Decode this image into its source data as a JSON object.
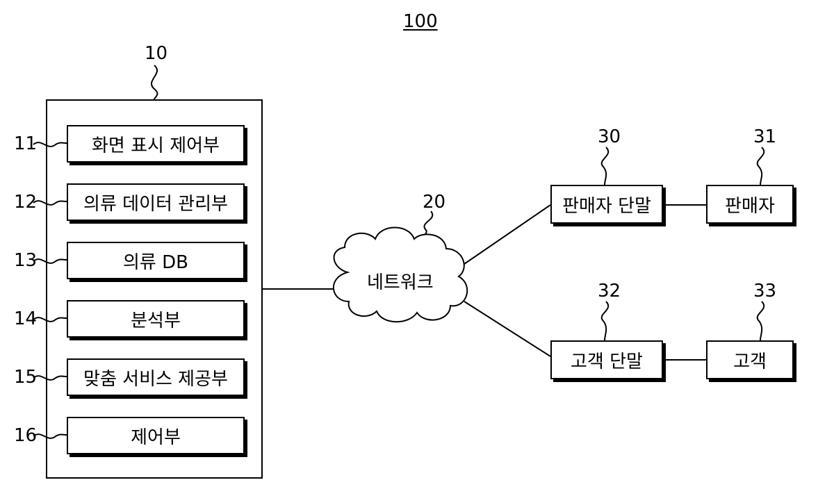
{
  "figure": {
    "ref": "100"
  },
  "server": {
    "ref": "10",
    "modules": [
      {
        "ref": "11",
        "label": "화면 표시 제어부"
      },
      {
        "ref": "12",
        "label": "의류 데이터 관리부"
      },
      {
        "ref": "13",
        "label": "의류 DB"
      },
      {
        "ref": "14",
        "label": "분석부"
      },
      {
        "ref": "15",
        "label": "맞춤 서비스 제공부"
      },
      {
        "ref": "16",
        "label": "제어부"
      }
    ]
  },
  "network": {
    "ref": "20",
    "label": "네트워크"
  },
  "seller_terminal": {
    "ref": "30",
    "label": "판매자 단말"
  },
  "seller": {
    "ref": "31",
    "label": "판매자"
  },
  "customer_terminal": {
    "ref": "32",
    "label": "고객 단말"
  },
  "customer": {
    "ref": "33",
    "label": "고객"
  }
}
